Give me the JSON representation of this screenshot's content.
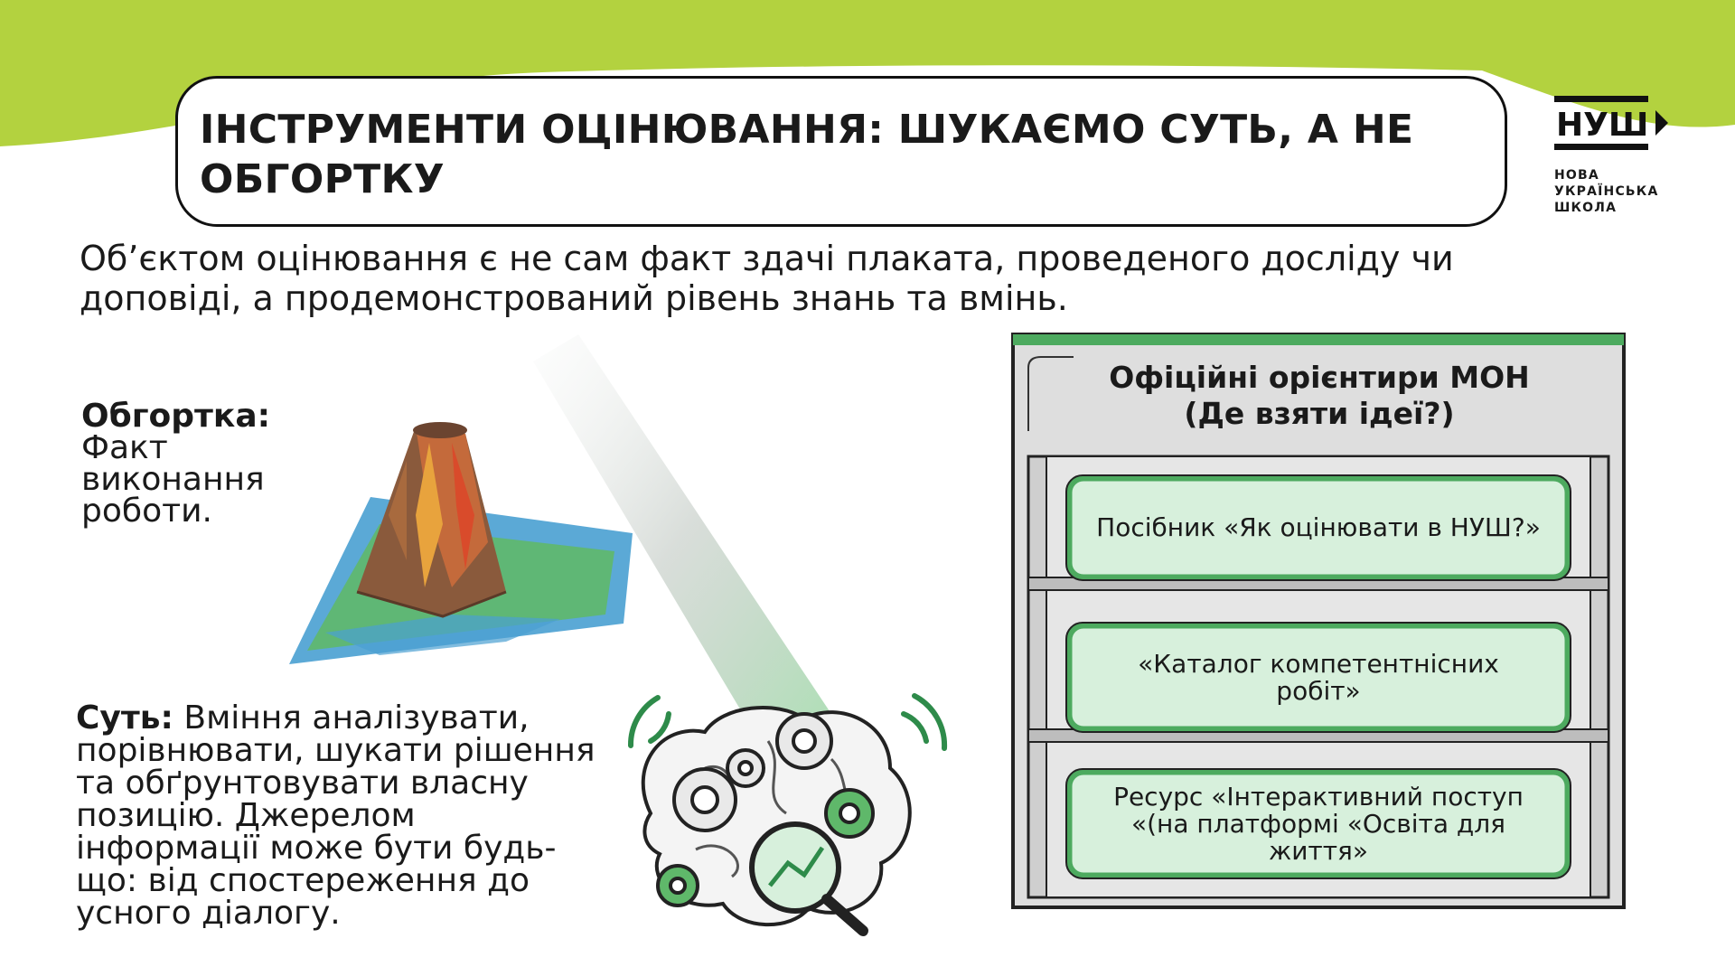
{
  "header": {
    "title": "ІНСТРУМЕНТИ ОЦІНЮВАННЯ: ШУКАЄМО СУТЬ, А НЕ ОБГОРТКУ"
  },
  "logo": {
    "mark": "НУШ",
    "lines": [
      "НОВА",
      "УКРАЇНСЬКА",
      "ШКОЛА"
    ]
  },
  "intro": "Об’єктом оцінювання є не сам факт здачі плаката, проведеного досліду чи доповіді, а продемонстрований рівень знань та вмінь.",
  "wrapper": {
    "label": "Обгортка:",
    "text": "Факт виконання роботи."
  },
  "essence": {
    "label": "Суть:",
    "text": "Вміння аналізувати, порівнювати, шукати рішення та обґрунтовувати власну позицію. Джерелом інформації може бути будь-що: від спостереження до усного діалогу."
  },
  "shelf": {
    "title_line1": "Офіційні орієнтири МОН",
    "title_line2": "(Де взяти ідеї?)",
    "items": [
      "Посібник «Як оцінювати в НУШ?»",
      "«Каталог компетентнісних робіт»",
      "Ресурс «Інтерактивний поступ «(на платформі «Освіта для життя»"
    ]
  },
  "colors": {
    "accent_green": "#b3d23f",
    "card_green": "#d7f0dc",
    "card_border": "#4daa5f",
    "panel_gray": "#dedede",
    "text": "#1a1a1a"
  }
}
